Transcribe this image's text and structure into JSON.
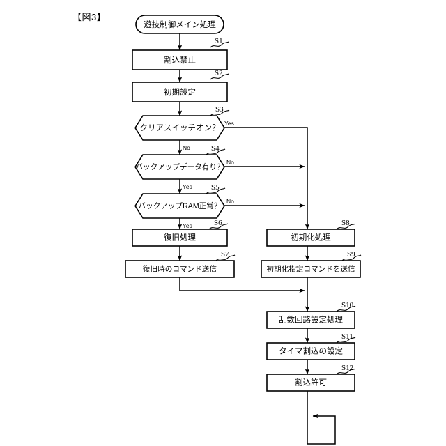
{
  "figure": {
    "label": "【図3】"
  },
  "flowchart": {
    "type": "flowchart",
    "title": "遊技制御メイン処理",
    "nodes": [
      {
        "id": "start",
        "step": "",
        "shape": "terminator",
        "text": "遊技制御メイン処理"
      },
      {
        "id": "s1",
        "step": "S1",
        "shape": "process",
        "text": "割込禁止"
      },
      {
        "id": "s2",
        "step": "S2",
        "shape": "process",
        "text": "初期設定"
      },
      {
        "id": "s3",
        "step": "S3",
        "shape": "decision",
        "text": "クリアスイッチオン？"
      },
      {
        "id": "s4",
        "step": "S4",
        "shape": "decision",
        "text": "バックアップデータ有り？"
      },
      {
        "id": "s5",
        "step": "S5",
        "shape": "decision",
        "text": "バックアップRAM正常？"
      },
      {
        "id": "s6",
        "step": "S6",
        "shape": "process",
        "text": "復旧処理"
      },
      {
        "id": "s7",
        "step": "S7",
        "shape": "process",
        "text": "復旧時のコマンド送信"
      },
      {
        "id": "s8",
        "step": "S8",
        "shape": "process",
        "text": "初期化処理"
      },
      {
        "id": "s9",
        "step": "S9",
        "shape": "process",
        "text": "初期化指定コマンドを送信"
      },
      {
        "id": "s10",
        "step": "S10",
        "shape": "process",
        "text": "乱数回路設定処理"
      },
      {
        "id": "s11",
        "step": "S11",
        "shape": "process",
        "text": "タイマ割込の設定"
      },
      {
        "id": "s12",
        "step": "S12",
        "shape": "process",
        "text": "割込許可"
      }
    ],
    "branch_labels": {
      "s3_yes": "Yes",
      "s3_no": "No",
      "s4_no": "No",
      "s4_yes": "Yes",
      "s5_no": "No",
      "s5_yes": "Yes"
    },
    "colors": {
      "stroke": "#000000",
      "fill": "#ffffff",
      "background": "#ffffff"
    }
  }
}
